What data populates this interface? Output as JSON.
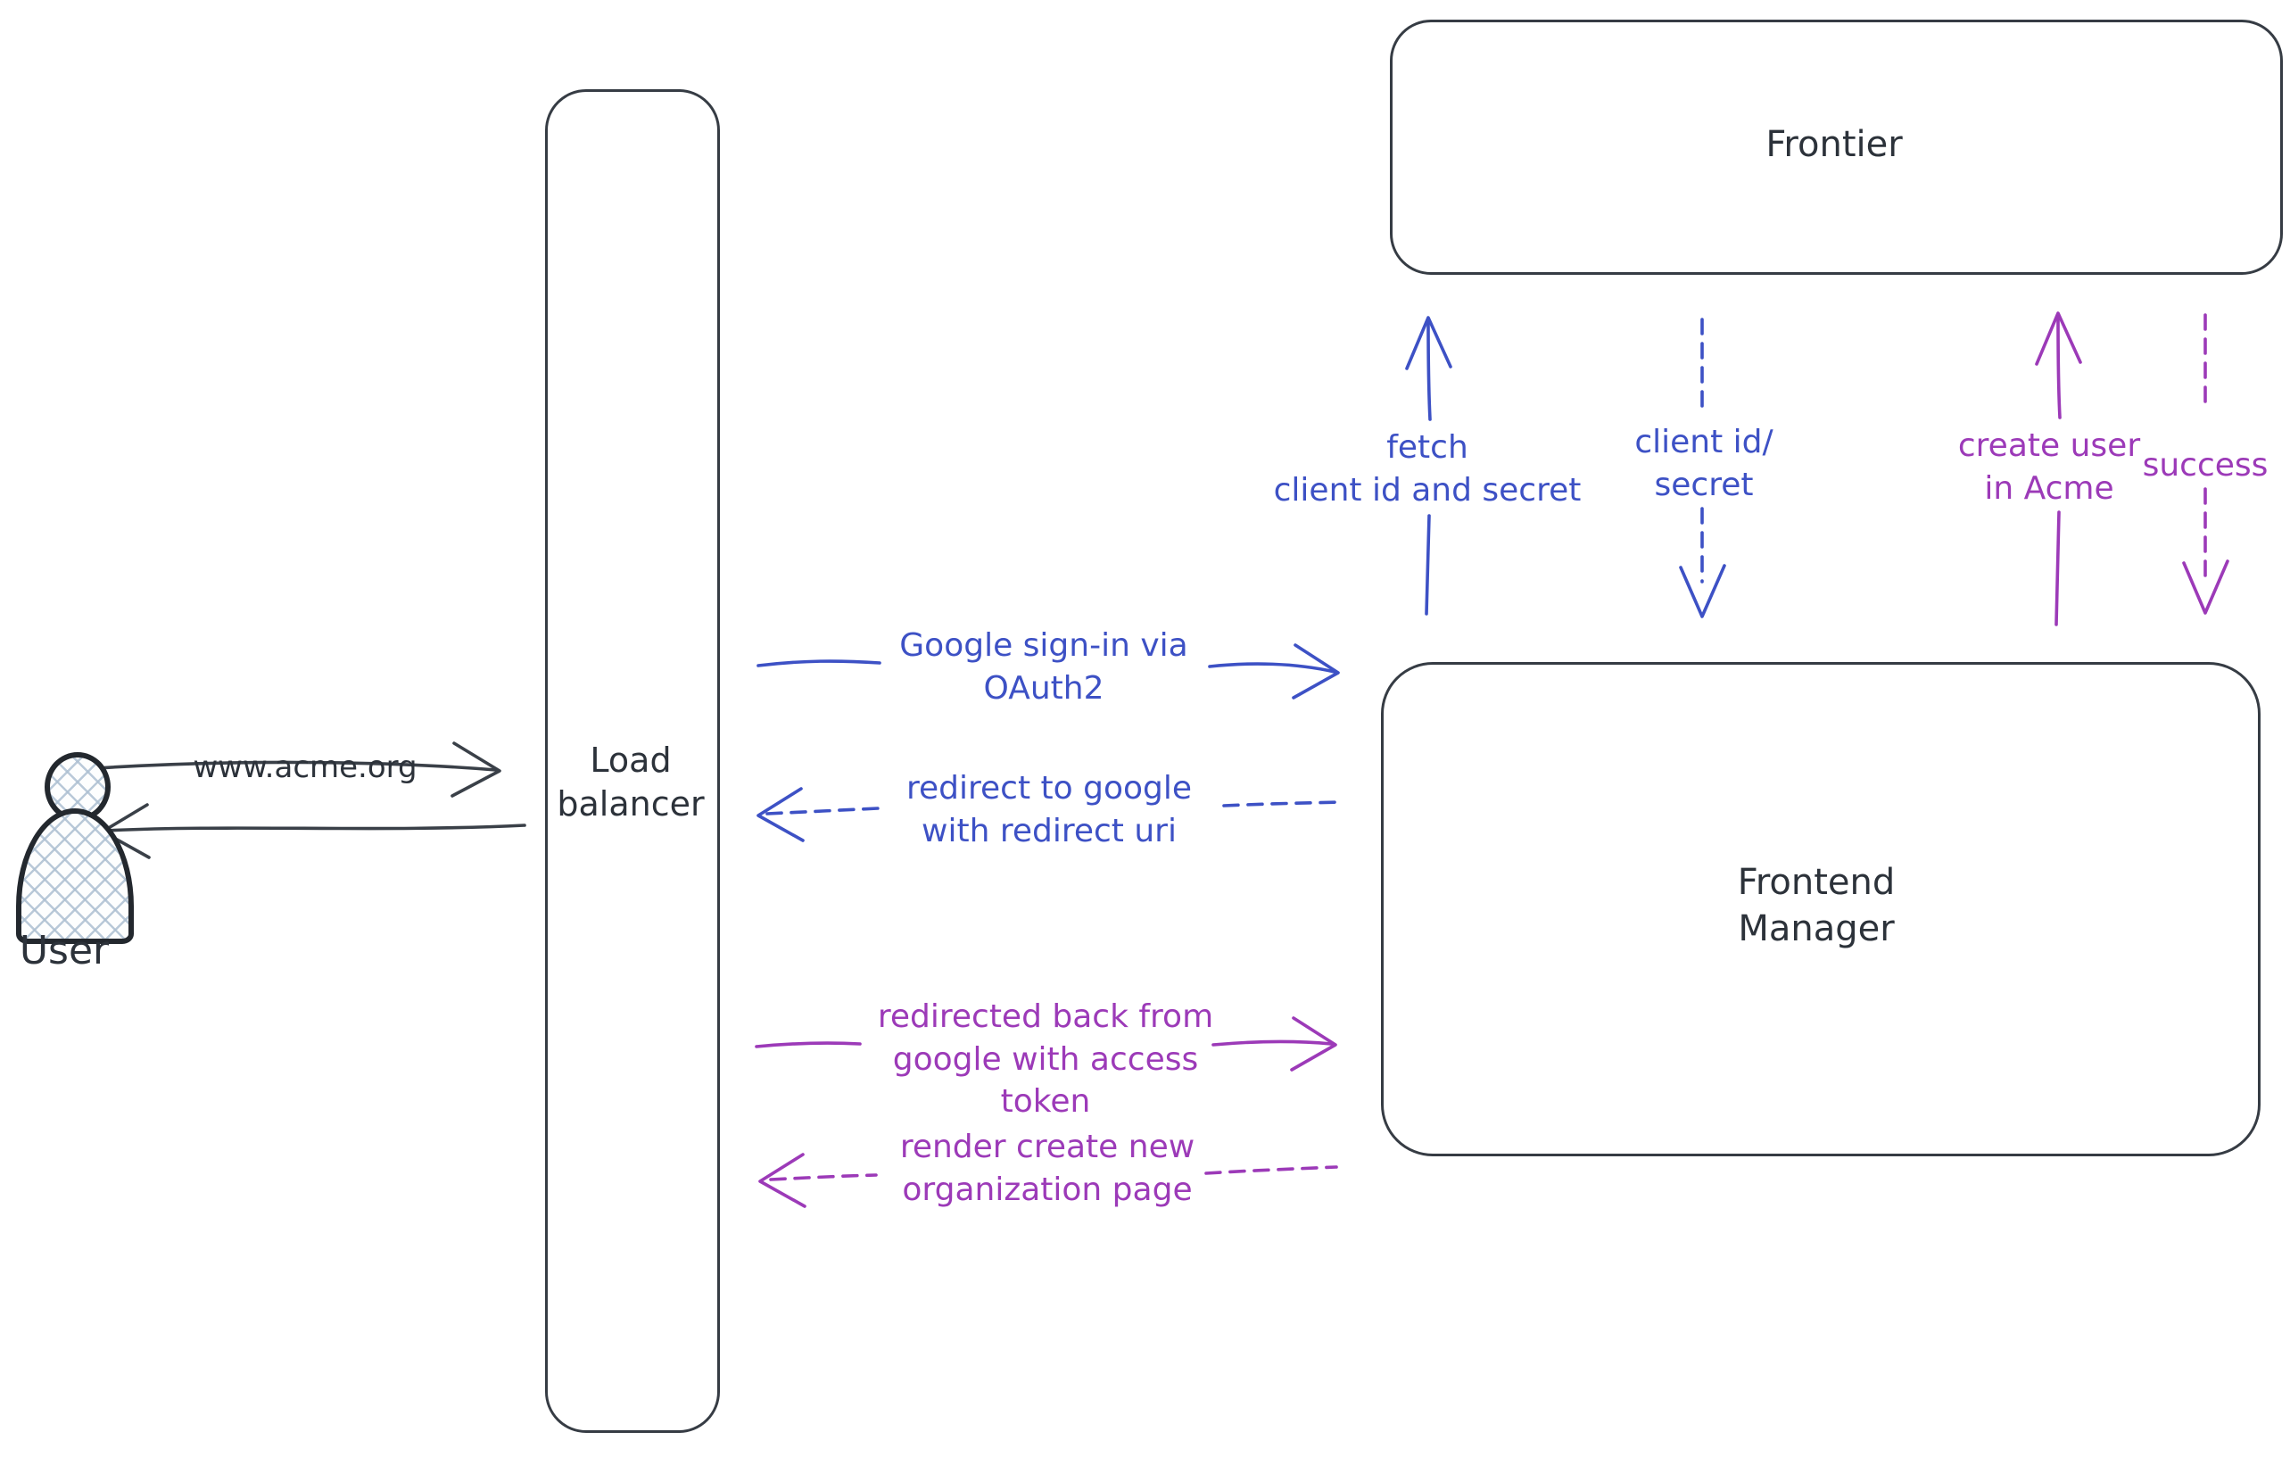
{
  "diagram": {
    "actors": {
      "user": {
        "label": "User"
      },
      "load_balancer": {
        "line1": "Load",
        "line2": "balancer"
      },
      "frontier": {
        "label": "Frontier"
      },
      "frontend_manager": {
        "line1": "Frontend",
        "line2": "Manager"
      }
    },
    "messages": {
      "acme_request": {
        "label": "www.acme.org"
      },
      "google_signin": {
        "line1": "Google sign-in via",
        "line2": "OAuth2"
      },
      "redirect_google": {
        "line1": "redirect to google",
        "line2": "with redirect uri"
      },
      "fetch_secret": {
        "line1": "fetch",
        "line2": "client id and secret"
      },
      "client_id_secret": {
        "line1": "client id/",
        "line2": "secret"
      },
      "create_user": {
        "line1": "create user",
        "line2": "in Acme"
      },
      "success": {
        "label": "success"
      },
      "redirected_back": {
        "line1": "redirected back from",
        "line2": "google with access",
        "line3": "token"
      },
      "render_page": {
        "line1": "render create new",
        "line2": "organization page"
      }
    },
    "colors": {
      "stroke": "#363c44",
      "blue": "#3d51c5",
      "purple": "#9c3ab8"
    }
  }
}
